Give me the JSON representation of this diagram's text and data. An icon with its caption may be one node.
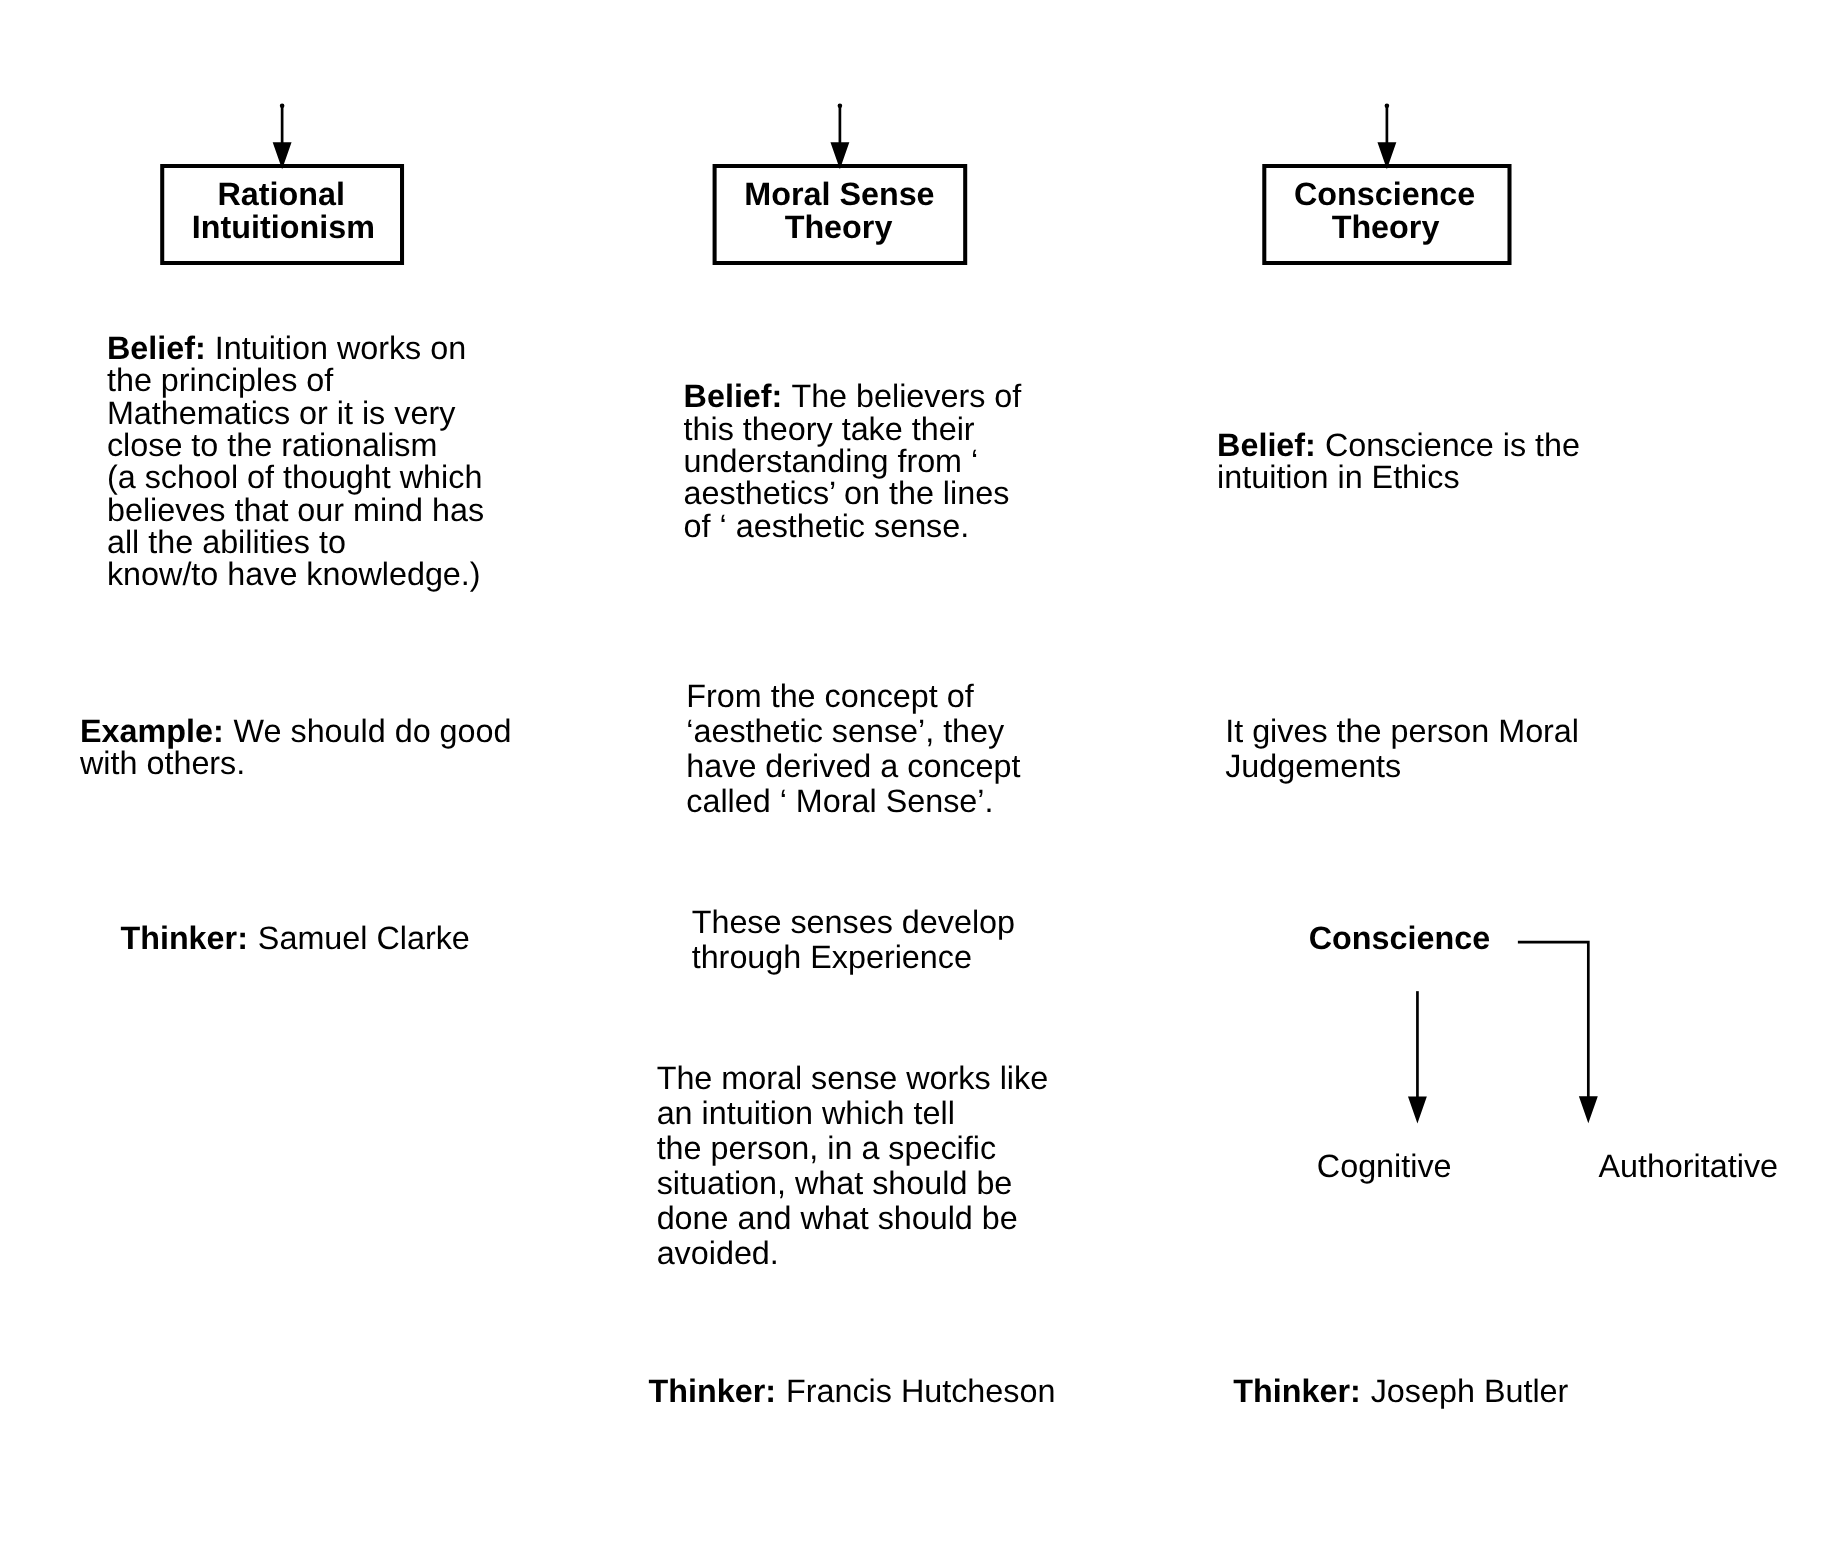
{
  "diagram": {
    "nodes": [
      {
        "text": [
          "Rational Intuitionism"
        ]
      },
      {
        "text": [
          "Moral Sense Theory"
        ]
      },
      {
        "text": [
          "Conscience Theory"
        ]
      },
      {
        "text": [
          "Conscience"
        ]
      },
      {
        "text": [
          "Cognitive"
        ]
      },
      {
        "text": [
          "Authoritative"
        ]
      }
    ],
    "edges": [
      {
        "from": null,
        "to": 0,
        "arrow": "to"
      },
      {
        "from": null,
        "to": 1,
        "arrow": "to"
      },
      {
        "from": null,
        "to": 2,
        "arrow": "to"
      },
      {
        "from": 3,
        "to": 4,
        "arrow": "to"
      },
      {
        "from": 3,
        "to": 5,
        "arrow": "to"
      }
    ],
    "labels": [
      "**Belief:** Intuition works on the principles of Mathematics or it is very close to the rationalism (a school of thought which believes that our mind has all the abilities to know/to have knowledge.)",
      "**Example:** We should do good with others.",
      "**Thinker:** Samuel Clarke",
      "**Belief:** The believers of this theory take their understanding from ‘ aesthetics’ on the lines of ‘ aesthetic sense.",
      "From the concept of ‘aesthetic sense’, they have derived a concept called ‘ Moral Sense’.",
      "These senses develop through Experience",
      "The moral sense works like an intuition which tell the person, in a specific situation, what should be done and what should be avoided.",
      "**Thinker:** Francis Hutcheson",
      "**Belief:** Conscience is the intuition in Ethics",
      "It gives the person Moral Judgements",
      "**Thinker:** Joseph Butler"
    ]
  }
}
